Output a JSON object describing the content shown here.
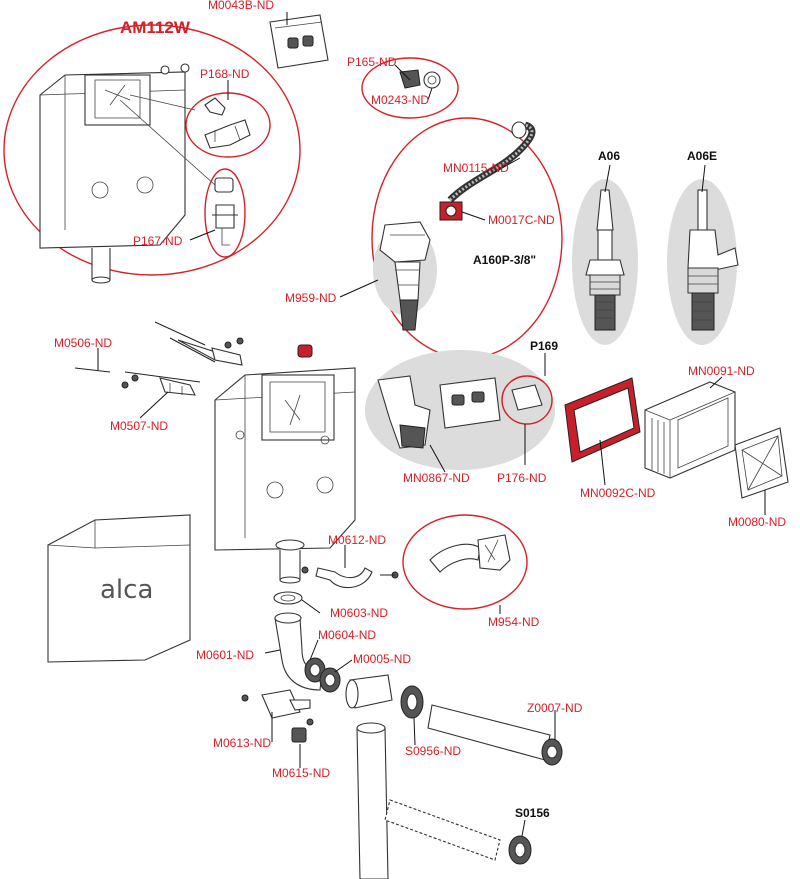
{
  "title": "AM112W",
  "brand": "alca",
  "labels": {
    "m0043b": "M0043B-ND",
    "p165": "P165-ND",
    "m0243": "M0243-ND",
    "p168": "P168-ND",
    "p167": "P167-ND",
    "mn0115": "MN0115-ND",
    "m0017c": "M0017C-ND",
    "a160p": "A160P-3/8\"",
    "m959": "M959-ND",
    "a06": "A06",
    "a06e": "A06E",
    "m0506": "M0506-ND",
    "m0507": "M0507-ND",
    "p169": "P169",
    "mn0867": "MN0867-ND",
    "p176": "P176-ND",
    "mn0092c": "MN0092C-ND",
    "mn0091": "MN0091-ND",
    "m0080": "M0080-ND",
    "m0612": "M0612-ND",
    "m954": "M954-ND",
    "m0603": "M0603-ND",
    "m0604": "M0604-ND",
    "m0601": "M0601-ND",
    "m0005": "M0005-ND",
    "z0007": "Z0007-ND",
    "m0613": "M0613-ND",
    "s0956": "S0956-ND",
    "m0615": "M0615-ND",
    "s0156": "S0156"
  },
  "colors": {
    "label_red": "#d62027",
    "label_black": "#111111",
    "highlight_grey": "#dcdcdc",
    "frame_red": "#c8202a"
  }
}
